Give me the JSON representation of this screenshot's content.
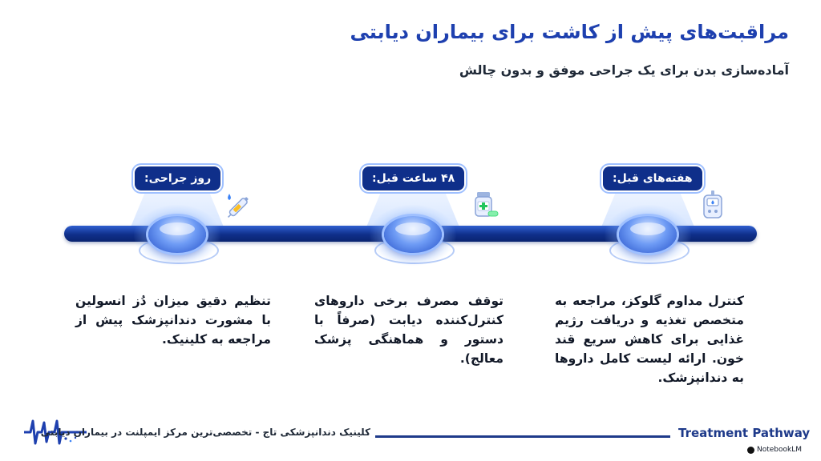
{
  "header": {
    "title": "مراقبت‌های پیش از کاشت برای بیماران دیابتی",
    "subtitle": "آماده‌سازی بدن برای یک جراحی موفق و بدون چالش"
  },
  "steps": [
    {
      "label": "هفته‌های قبل:",
      "icon": "glucometer-icon",
      "description": "کنترل مداوم گلوکز، مراجعه به متخصص تغذیه و دریافت رژیم غذایی برای کاهش سریع قند خون. ارائه لیست کامل داروها به دندانپزشک."
    },
    {
      "label": "۴۸ ساعت قبل:",
      "icon": "medicine-bottle-icon",
      "description": "توقف مصرف برخی داروهای کنترل‌کننده دیابت (صرفاً با دستور و هماهنگی پزشک معالج)."
    },
    {
      "label": "روز جراحی:",
      "icon": "insulin-pen-icon",
      "description": "تنظیم دقیق میزان دُز انسولین با مشورت دندانپزشک پیش از مراجعه به کلینیک."
    }
  ],
  "footer": {
    "clinic": "کلینیک دندانپزشکی تاج - تخصصی‌ترین مرکز ایمپلنت در بیماران دیابتی",
    "brand": "Treatment Pathway",
    "watermark": "NotebookLM"
  },
  "colors": {
    "accent": "#1e40af",
    "timeline": "#0f2f8a",
    "glow": "#6f9cf5"
  }
}
